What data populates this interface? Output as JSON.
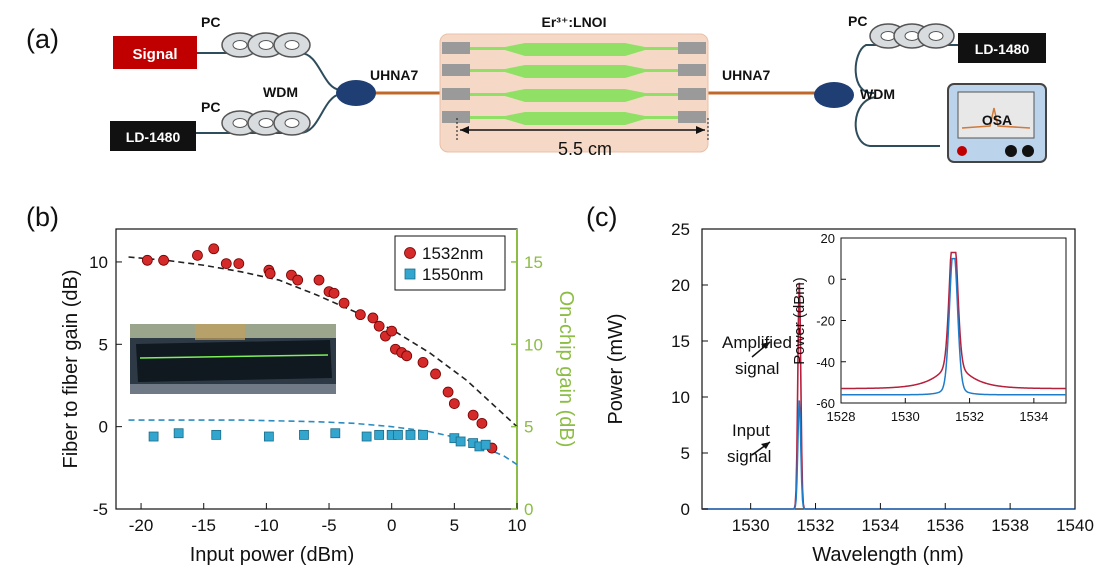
{
  "panels": {
    "a": {
      "label": "(a)",
      "signal_label": "Signal",
      "pump_left_label": "LD-1480",
      "pump_right_label": "LD-1480",
      "pc_label": "PC",
      "wdm_label": "WDM",
      "fiber_label": "UHNA7",
      "chip_label": "Er³⁺:LNOI",
      "length_label": "5.5 cm",
      "osa_label": "OSA",
      "colors": {
        "signal": "#c00000",
        "wdm": "#1f3e73",
        "chip_bg": "#f5d9c6",
        "waveguide": "#8fe065",
        "osa_frame": "#bcd3ec"
      }
    },
    "b": {
      "label": "(b)"
    },
    "c": {
      "label": "(c)"
    }
  },
  "chart_data": [
    {
      "type": "scatter",
      "panel": "b",
      "xlabel": "Input power (dBm)",
      "ylabel": "Fiber to fiber gain (dB)",
      "y2label": "On-chip  gain (dB)",
      "xlim": [
        -22,
        10
      ],
      "ylim": [
        -5,
        12
      ],
      "y2lim": [
        0,
        17
      ],
      "xticks": [
        "-20",
        "-15",
        "-10",
        "-5",
        "0",
        "5",
        "10"
      ],
      "yticks": [
        "-5",
        "0",
        "5",
        "10"
      ],
      "y2ticks": [
        "0",
        "5",
        "10",
        "15"
      ],
      "y2_color": "#8cbd45",
      "series": [
        {
          "name": "1532nm",
          "marker": "circle",
          "color": "#d42a2a",
          "x": [
            -19.5,
            -18.2,
            -15.5,
            -14.2,
            -13.2,
            -12.2,
            -9.8,
            -9.7,
            -8.0,
            -7.5,
            -5.8,
            -5.0,
            -4.6,
            -3.8,
            -2.5,
            -1.5,
            -1.0,
            -0.5,
            0.0,
            0.3,
            0.8,
            1.2,
            2.5,
            3.5,
            4.5,
            5.0,
            6.5,
            7.2,
            8.0
          ],
          "y": [
            10.1,
            10.1,
            10.4,
            10.8,
            9.9,
            9.9,
            9.5,
            9.3,
            9.2,
            8.9,
            8.9,
            8.2,
            8.1,
            7.5,
            6.8,
            6.6,
            6.1,
            5.5,
            5.8,
            4.7,
            4.5,
            4.3,
            3.9,
            3.2,
            2.1,
            1.4,
            0.7,
            0.2,
            -1.3
          ]
        },
        {
          "name": "1550nm",
          "marker": "square",
          "color": "#32a6ce",
          "x": [
            -19.0,
            -17.0,
            -14.0,
            -9.8,
            -7.0,
            -4.5,
            -2.0,
            -1.0,
            0.0,
            0.5,
            1.5,
            2.5,
            5.0,
            5.5,
            6.5,
            7.0,
            7.5
          ],
          "y": [
            -0.6,
            -0.4,
            -0.5,
            -0.6,
            -0.5,
            -0.4,
            -0.6,
            -0.5,
            -0.5,
            -0.5,
            -0.5,
            -0.5,
            -0.7,
            -0.9,
            -1.0,
            -1.2,
            -1.1
          ]
        }
      ],
      "fits": [
        {
          "x": [
            -21,
            -18,
            -15,
            -12,
            -9,
            -6,
            -3,
            0,
            3,
            6,
            9,
            10
          ],
          "y": [
            10.3,
            10.1,
            9.8,
            9.4,
            8.9,
            8.0,
            7.0,
            5.9,
            4.5,
            2.8,
            0.7,
            0.0
          ],
          "color": "#222222"
        },
        {
          "x": [
            -21,
            -18,
            -15,
            -12,
            -9,
            -6,
            -3,
            0,
            3,
            6,
            9,
            10
          ],
          "y": [
            0.4,
            0.4,
            0.4,
            0.4,
            0.35,
            0.3,
            0.2,
            0.0,
            -0.3,
            -0.8,
            -1.8,
            -2.3
          ],
          "color": "#2e8bc0"
        }
      ],
      "legend": "top-right"
    },
    {
      "type": "line",
      "panel": "c",
      "xlabel": "Wavelength (nm)",
      "ylabel": "Power (mW)",
      "xlim": [
        1528.5,
        1540
      ],
      "ylim": [
        0,
        25
      ],
      "xticks": [
        "1530",
        "1532",
        "1534",
        "1536",
        "1538",
        "1540"
      ],
      "yticks": [
        "0",
        "5",
        "10",
        "15",
        "20",
        "25"
      ],
      "peak_wavelength": 1531.5,
      "series": [
        {
          "name": "Amplified signal",
          "color": "#b5203c",
          "peak": 20.2
        },
        {
          "name": "Input signal",
          "color": "#1e7cc8",
          "peak": 9.7
        }
      ],
      "annotations": [
        {
          "text": "Amplified",
          "text2": "signal"
        },
        {
          "text": "Input",
          "text2": "signal"
        }
      ]
    },
    {
      "type": "line",
      "panel": "c-inset",
      "ylabel": "Power (dBm)",
      "xlim": [
        1528,
        1535
      ],
      "ylim": [
        -60,
        20
      ],
      "xticks": [
        "1528",
        "1530",
        "1532",
        "1534"
      ],
      "yticks": [
        "-60",
        "-40",
        "-20",
        "0",
        "20"
      ],
      "peak_wavelength": 1531.5,
      "series": [
        {
          "name": "Amplified signal",
          "color": "#b5203c",
          "peak": 13,
          "baseline": -53
        },
        {
          "name": "Input signal",
          "color": "#1e7cc8",
          "peak": 10,
          "baseline": -56
        }
      ]
    }
  ]
}
